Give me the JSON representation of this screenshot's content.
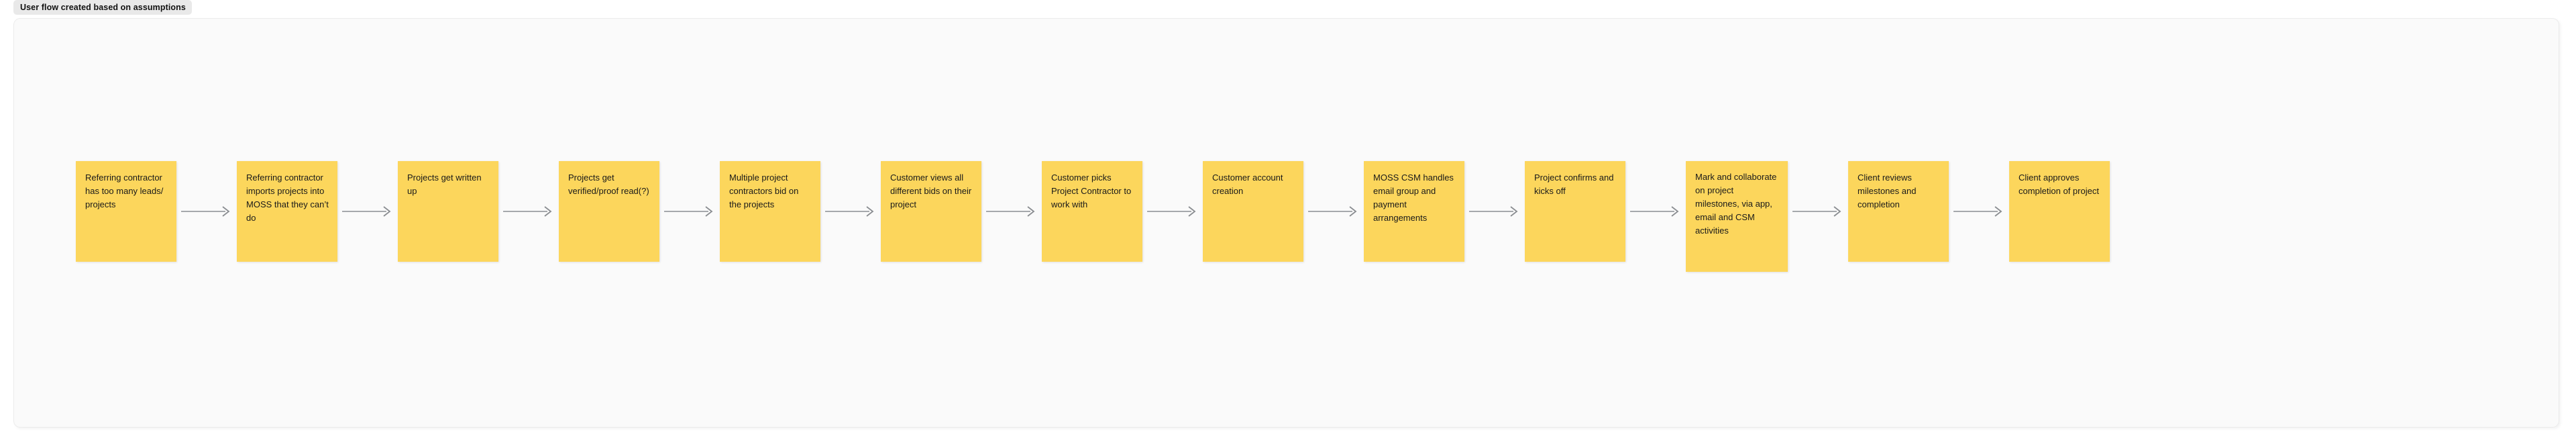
{
  "frame": {
    "tag_label": "User flow created based on assumptions",
    "canvas_background": "#fafafa",
    "border_color": "#ececec"
  },
  "style": {
    "card_color": "#fcd65c",
    "card_text_color": "#191919",
    "arrow_color": "#8a8d91",
    "tag_background": "#e9e9e9"
  },
  "flow": {
    "title": "User flow created based on assumptions",
    "direction": "left-to-right",
    "node_count": 13,
    "connector_count": 12,
    "nodes": [
      {
        "id": "node-1",
        "label": "Referring contractor has too many leads/ projects"
      },
      {
        "id": "node-2",
        "label": "Referring contractor imports projects into MOSS that they can’t do"
      },
      {
        "id": "node-3",
        "label": "Projects get written up"
      },
      {
        "id": "node-4",
        "label": "Projects get verified/proof read(?)"
      },
      {
        "id": "node-5",
        "label": "Multiple project contractors bid on the projects"
      },
      {
        "id": "node-6",
        "label": "Customer views all different bids on their project"
      },
      {
        "id": "node-7",
        "label": "Customer picks Project Contractor to work with"
      },
      {
        "id": "node-8",
        "label": "Customer account creation"
      },
      {
        "id": "node-9",
        "label": "MOSS CSM handles email group and payment arrangements"
      },
      {
        "id": "node-10",
        "label": "Project confirms and kicks off"
      },
      {
        "id": "node-11",
        "label": "Mark and collaborate on project milestones, via app, email and CSM activities"
      },
      {
        "id": "node-12",
        "label": "Client reviews milestones and completion"
      },
      {
        "id": "node-13",
        "label": "Client approves completion of project"
      }
    ]
  }
}
